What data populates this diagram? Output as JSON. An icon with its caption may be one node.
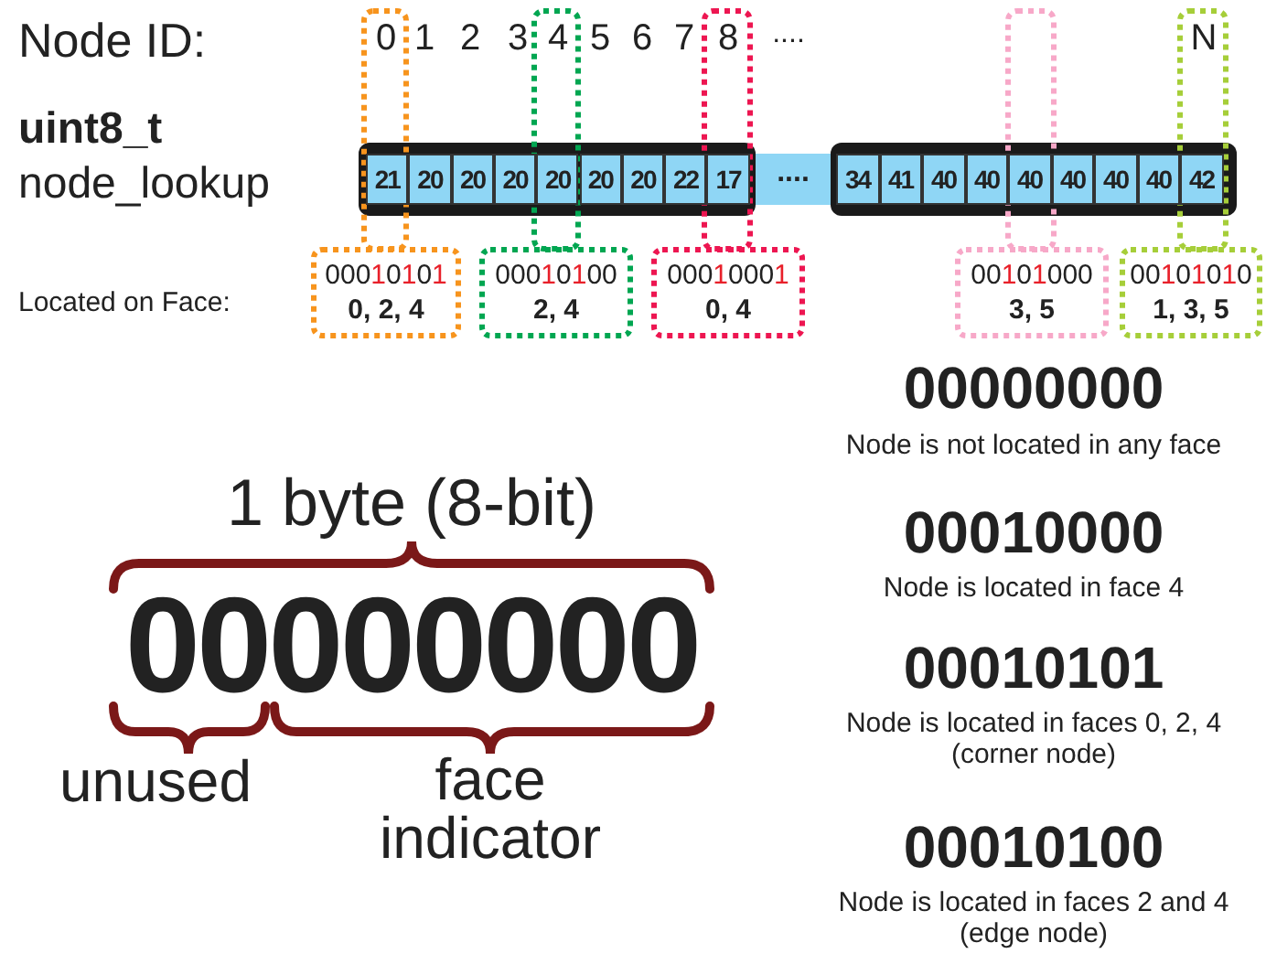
{
  "diagram": {
    "nodes": [
      {
        "text": [
          "00010101",
          "0, 2, 4"
        ]
      },
      {
        "text": [
          "00010100",
          "2, 4"
        ]
      },
      {
        "text": [
          "00010001",
          "0, 4"
        ]
      },
      {
        "text": [
          "00101000",
          "3, 5"
        ]
      },
      {
        "text": [
          "00101010",
          "1, 3, 5"
        ]
      }
    ],
    "labels": [
      "Node ID:",
      "0",
      "1",
      "2",
      "3",
      "4",
      "5",
      "6",
      "7",
      "8",
      "....",
      "N",
      "uint8_t",
      "node_lookup",
      "21",
      "20",
      "20",
      "20",
      "20",
      "20",
      "20",
      "22",
      "17",
      "....",
      "34",
      "41",
      "40",
      "40",
      "40",
      "40",
      "40",
      "40",
      "42",
      "Located on Face:",
      "1 byte (8-bit)",
      "00000000",
      "unused",
      "face indicator",
      "00000000",
      "Node is not located in any face",
      "00010000",
      "Node is located in face 4",
      "00010101",
      "Node is located in faces 0, 2, 4 (corner node)",
      "00010100",
      "Node is located in faces 2 and 4 (edge node)"
    ]
  }
}
